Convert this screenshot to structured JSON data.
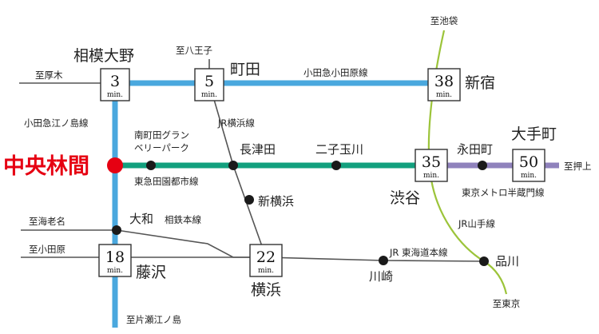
{
  "colors": {
    "odakyu": "#4aa8de",
    "denentoshi": "#12a07e",
    "hanzomon": "#8f82bc",
    "yamanote": "#9cc43a",
    "other": "#555555",
    "home": "#e60012"
  },
  "home_station": "中央林間",
  "stations": {
    "sagami_ono": "相模大野",
    "machida": "町田",
    "shinjuku": "新宿",
    "minamimachida": "南町田グラン\nベリーパーク",
    "nagatsuta": "長津田",
    "futako": "二子玉川",
    "shibuya": "渋谷",
    "nagatacho": "永田町",
    "otemachi": "大手町",
    "shin_yokohama": "新横浜",
    "yamato": "大和",
    "fujisawa": "藤沢",
    "yokohama": "横浜",
    "kawasaki": "川崎",
    "shinagawa": "品川"
  },
  "lines": {
    "odakyu_odawara": "小田急小田原線",
    "odakyu_enoshima": "小田急江ノ島線",
    "jr_yokohama": "JR横浜線",
    "denentoshi": "東急田園都市線",
    "hanzomon": "東京メトロ半蔵門線",
    "yamanote": "JR山手線",
    "sotetsu": "相鉄本線",
    "tokaido": "JR 東海道本線"
  },
  "directions": {
    "ikebukuro": "至池袋",
    "hachioji": "至八王子",
    "atsugi": "至厚木",
    "oshiage": "至押上",
    "ebina": "至海老名",
    "odawara": "至小田原",
    "katase": "至片瀬江ノ島",
    "tokyo": "至東京"
  },
  "times": {
    "unit": "min.",
    "sagami_ono": "3",
    "machida": "5",
    "shinjuku": "38",
    "shibuya": "35",
    "otemachi": "50",
    "fujisawa": "18",
    "yokohama": "22"
  }
}
